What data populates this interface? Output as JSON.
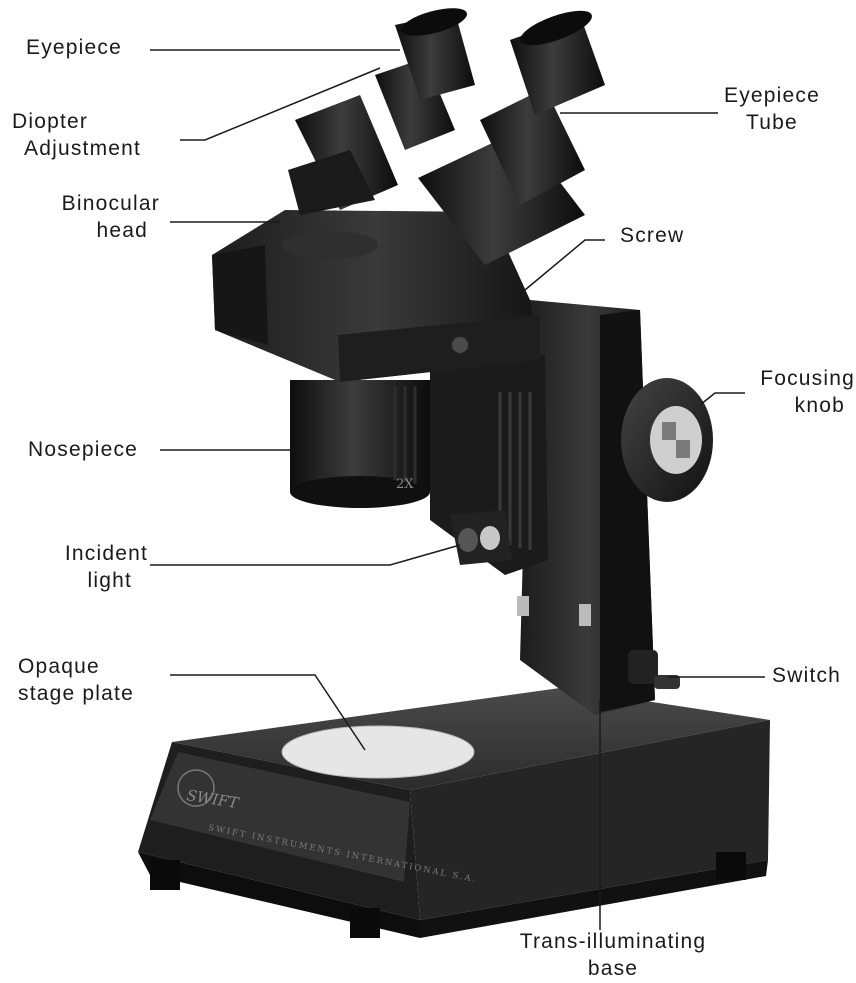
{
  "labels": {
    "eyepiece": "Eyepiece",
    "diopter_line1": "Diopter",
    "diopter_line2": "Adjustment",
    "binocular_line1": "Binocular",
    "binocular_line2": "head",
    "nosepiece": "Nosepiece",
    "incident_line1": "Incident",
    "incident_line2": "light",
    "opaque_line1": "Opaque",
    "opaque_line2": "stage plate",
    "eyepiece_tube_line1": "Eyepiece",
    "eyepiece_tube_line2": "Tube",
    "screw": "Screw",
    "focusing_line1": "Focusing",
    "focusing_line2": "knob",
    "switch": "Switch",
    "trans_line1": "Trans-illuminating",
    "trans_line2": "base"
  },
  "markings": {
    "magnification": "2X",
    "brand": "SWIFT",
    "base_plate": "SWIFT INSTRUMENTS INTERNATIONAL S.A."
  },
  "colors": {
    "background": "#ffffff",
    "body": "#2a2a2a",
    "body_dark": "#151515",
    "stage_plate": "#e6e6e6",
    "leader": "#1a1a1a"
  }
}
